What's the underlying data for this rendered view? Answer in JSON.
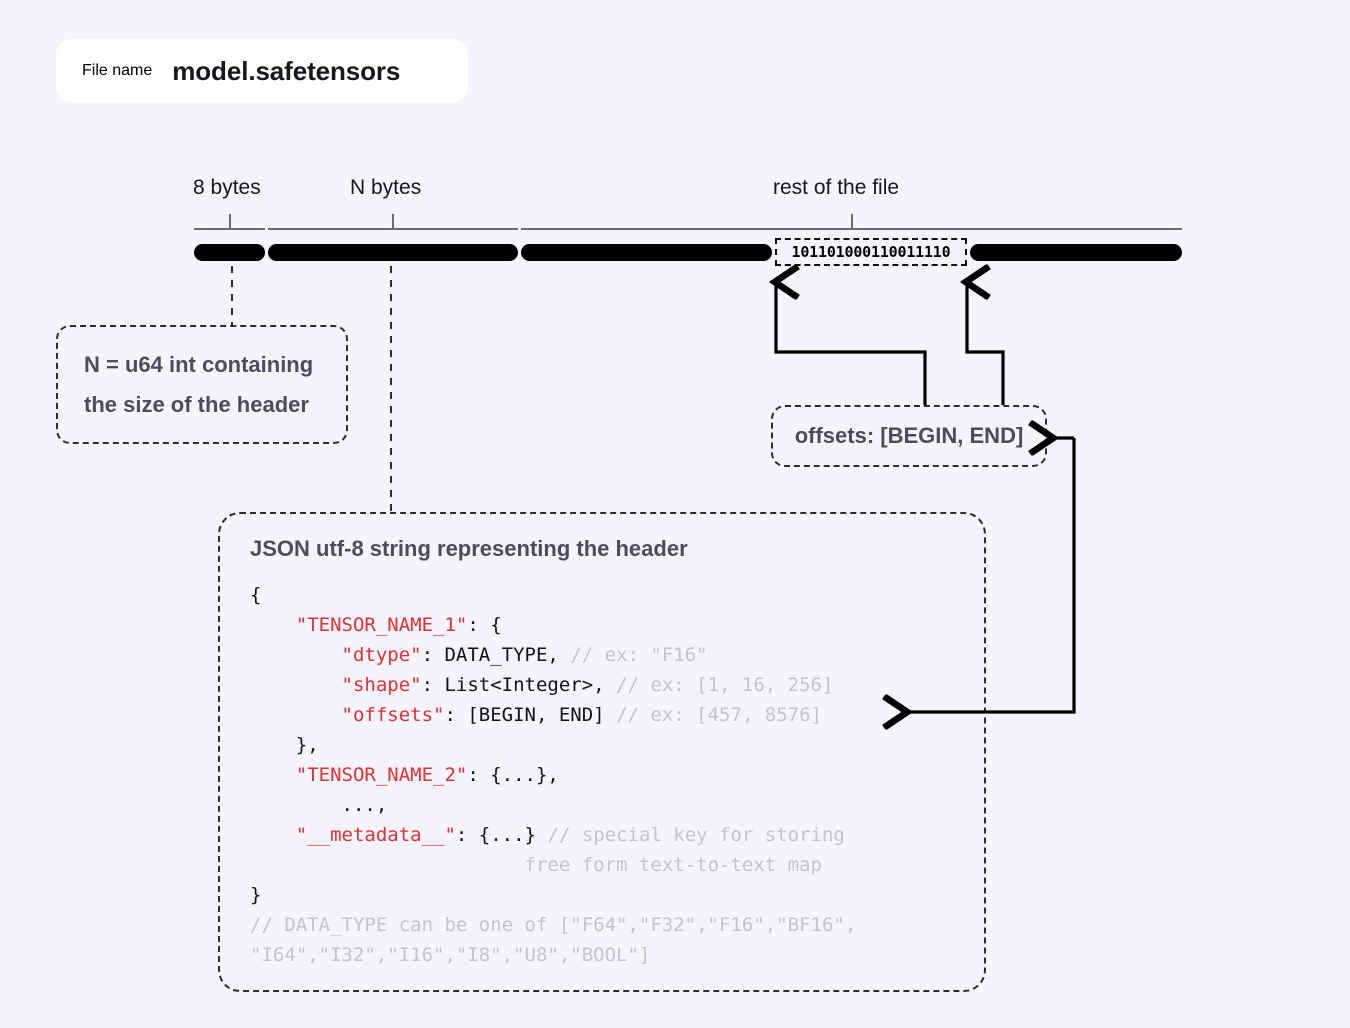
{
  "page": {
    "background_color": "#f5f3fd"
  },
  "filename": {
    "label": "File name",
    "value": "model.safetensors"
  },
  "ruler": {
    "segments": [
      {
        "label": "8 bytes"
      },
      {
        "label": "N bytes"
      },
      {
        "label": "rest of the file"
      }
    ]
  },
  "binary_chunk": {
    "bits": "101101000110011110"
  },
  "callouts": {
    "header_size": {
      "line1": "N = u64 int containing",
      "line2": "the size of the header"
    },
    "offsets": {
      "text": "offsets: [BEGIN, END]"
    }
  },
  "json_box": {
    "title": "JSON utf-8 string representing the header",
    "colors": {
      "key": "#e03232",
      "comment": "#c4c4d0",
      "text": "#111118"
    },
    "lines": [
      {
        "parts": [
          {
            "t": "{",
            "s": "text"
          }
        ]
      },
      {
        "parts": [
          {
            "t": "    ",
            "s": "text"
          },
          {
            "t": "\"TENSOR_NAME_1\"",
            "s": "key"
          },
          {
            "t": ": {",
            "s": "text"
          }
        ]
      },
      {
        "parts": [
          {
            "t": "        ",
            "s": "text"
          },
          {
            "t": "\"dtype\"",
            "s": "key"
          },
          {
            "t": ": DATA_TYPE, ",
            "s": "text"
          },
          {
            "t": "// ex: \"F16\"",
            "s": "comment"
          }
        ]
      },
      {
        "parts": [
          {
            "t": "        ",
            "s": "text"
          },
          {
            "t": "\"shape\"",
            "s": "key"
          },
          {
            "t": ": List<Integer>, ",
            "s": "text"
          },
          {
            "t": "// ex: [1, 16, 256]",
            "s": "comment"
          }
        ]
      },
      {
        "parts": [
          {
            "t": "        ",
            "s": "text"
          },
          {
            "t": "\"offsets\"",
            "s": "key"
          },
          {
            "t": ": [BEGIN, END] ",
            "s": "text"
          },
          {
            "t": "// ex: [457, 8576]",
            "s": "comment"
          }
        ]
      },
      {
        "parts": [
          {
            "t": "    },",
            "s": "text"
          }
        ]
      },
      {
        "parts": [
          {
            "t": "    ",
            "s": "text"
          },
          {
            "t": "\"TENSOR_NAME_2\"",
            "s": "key"
          },
          {
            "t": ": {...},",
            "s": "text"
          }
        ]
      },
      {
        "parts": [
          {
            "t": "        ...,",
            "s": "text"
          }
        ]
      },
      {
        "parts": [
          {
            "t": "    ",
            "s": "text"
          },
          {
            "t": "\"__metadata__\"",
            "s": "key"
          },
          {
            "t": ": {...} ",
            "s": "text"
          },
          {
            "t": "// special key for storing",
            "s": "comment"
          }
        ]
      },
      {
        "parts": [
          {
            "t": "                        ",
            "s": "text"
          },
          {
            "t": "free form text-to-text map",
            "s": "comment"
          }
        ]
      },
      {
        "parts": [
          {
            "t": "}",
            "s": "text"
          }
        ]
      },
      {
        "parts": [
          {
            "t": "// DATA_TYPE can be one of [\"F64\",\"F32\",\"F16\",\"BF16\",",
            "s": "comment"
          }
        ]
      },
      {
        "parts": [
          {
            "t": "\"I64\",\"I32\",\"I16\",\"I8\",\"U8\",\"BOOL\"]",
            "s": "comment"
          }
        ]
      }
    ]
  }
}
